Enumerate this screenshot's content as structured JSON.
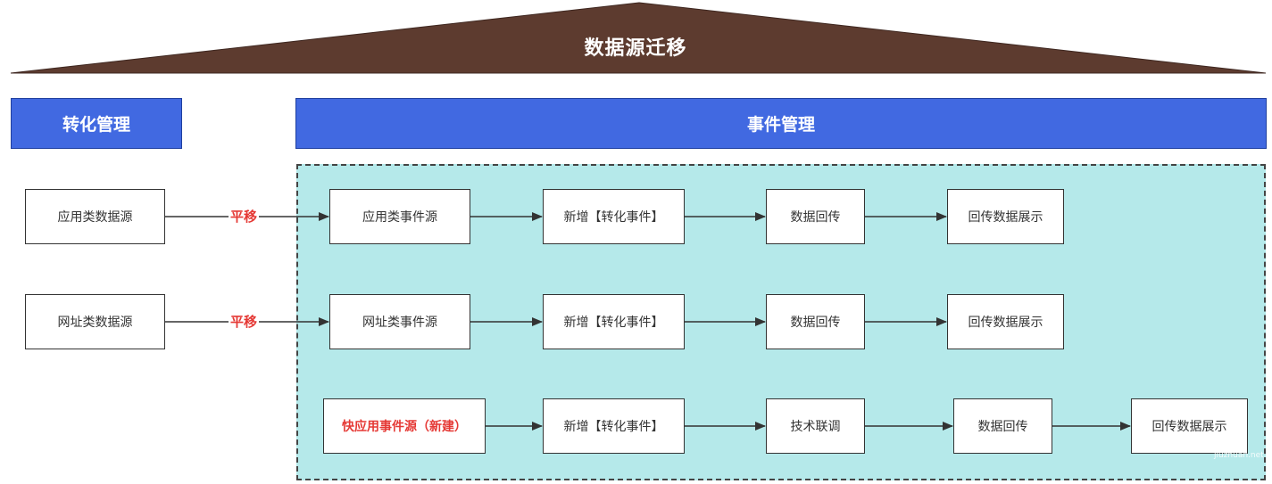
{
  "title": "数据源迁移",
  "colors": {
    "roof": "#5d3b2f",
    "band": "#4169e1",
    "zone": "#b5e9ea",
    "highlight_text": "#e53935",
    "edge": "#333333"
  },
  "sections": {
    "left": "转化管理",
    "right": "事件管理"
  },
  "rows": [
    {
      "source": "应用类数据源",
      "edge_label": "平移",
      "steps": [
        "应用类事件源",
        "新增【转化事件】",
        "数据回传",
        "回传数据展示"
      ]
    },
    {
      "source": "网址类数据源",
      "edge_label": "平移",
      "steps": [
        "网址类事件源",
        "新增【转化事件】",
        "数据回传",
        "回传数据展示"
      ]
    },
    {
      "steps": [
        "快应用事件源（新建）",
        "新增【转化事件】",
        "技术联调",
        "数据回传",
        "回传数据展示"
      ]
    }
  ],
  "watermark": "jiuzhuan.net"
}
